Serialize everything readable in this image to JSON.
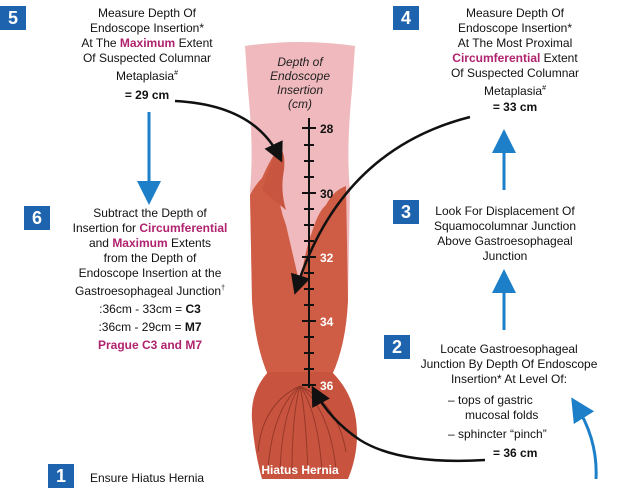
{
  "steps": {
    "s5": {
      "number": "5",
      "l1": "Measure Depth Of",
      "l2": "Endoscope Insertion*",
      "l3a": "At The ",
      "l3m": "Maximum",
      "l3b": " Extent",
      "l4": "Of Suspected Columnar",
      "l5": "Metaplasia",
      "l5sup": "#",
      "value": "= 29 cm"
    },
    "s4": {
      "number": "4",
      "l1": "Measure Depth Of",
      "l2": "Endoscope Insertion*",
      "l3": "At The Most Proximal",
      "l4m": "Circumferential",
      "l4b": " Extent",
      "l5": "Of Suspected Columnar",
      "l6": "Metaplasia",
      "l6sup": "#",
      "value": "= 33 cm"
    },
    "s6": {
      "number": "6",
      "l1": "Subtract the Depth of",
      "l2a": "Insertion for ",
      "l2m": "Circumferential",
      "l3a": "and ",
      "l3m": "Maximum",
      "l3b": " Extents",
      "l4": "from the Depth of",
      "l5": "Endoscope Insertion at the",
      "l6": "Gastroesophageal Junction",
      "l6sup": "†",
      "calc1a": ":36cm - 33cm = ",
      "calc1b": "C3",
      "calc2a": ":36cm - 29cm = ",
      "calc2b": "M7",
      "result": "Prague C3 and M7"
    },
    "s3": {
      "number": "3",
      "l1": "Look For Displacement Of",
      "l2": "Squamocolumnar Junction",
      "l3": "Above Gastroesophageal",
      "l4": "Junction"
    },
    "s2": {
      "number": "2",
      "l1": "Locate Gastroesophageal",
      "l2": "Junction By Depth Of Endoscope",
      "l3": "Insertion* At Level Of:",
      "b1a": "– tops of gastric",
      "b1b": "mucosal folds",
      "b2": "– sphincter “pinch”",
      "value": "= 36 cm"
    },
    "s1": {
      "number": "1",
      "l1": "Ensure Hiatus Hernia"
    }
  },
  "diagram": {
    "scale_title_1": "Depth of",
    "scale_title_2": "Endoscope",
    "scale_title_3": "Insertion",
    "scale_title_4": "(cm)",
    "ticks": [
      "28",
      "30",
      "32",
      "34",
      "36"
    ],
    "hernia_label": "Hiatus Hernia"
  },
  "colors": {
    "badge": "#1d63ad",
    "arrow": "#1d7fc8",
    "magenta": "#b0236e",
    "mucosa_pink": "#efb9bd",
    "columnar_orange": "#cf5c44",
    "dark_orange": "#b84a35"
  }
}
